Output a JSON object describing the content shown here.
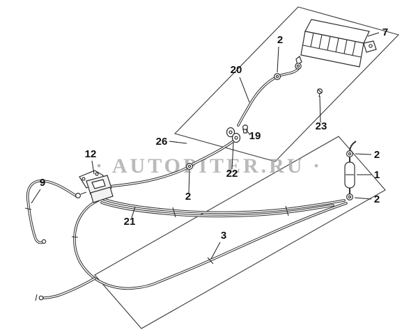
{
  "watermark": {
    "text": "· AUTOPITER.RU ·"
  },
  "callouts": {
    "c2_top": "2",
    "c7": "7",
    "c20": "20",
    "c19": "19",
    "c23": "23",
    "c26": "26",
    "c22": "22",
    "c2_mid": "2",
    "c12": "12",
    "c9": "9",
    "c21": "21",
    "c3": "3",
    "c2_r1": "2",
    "c1": "1",
    "c2_r2": "2"
  }
}
